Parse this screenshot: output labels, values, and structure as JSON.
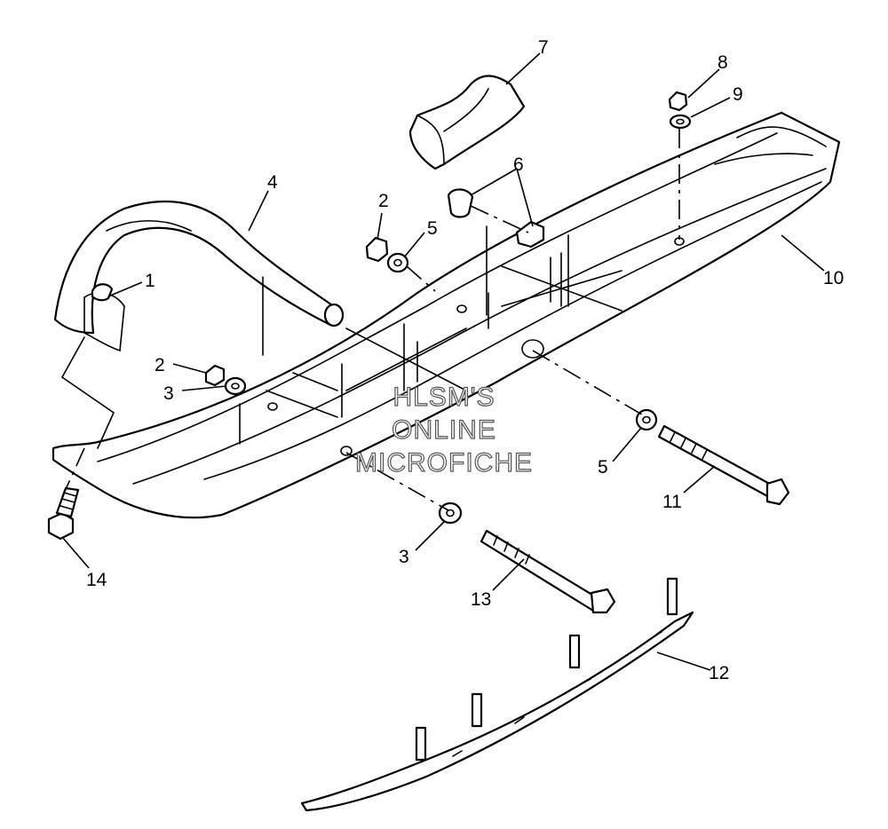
{
  "watermark": {
    "line1": "HLSM'S",
    "line2": "ONLINE",
    "line3": "MICROFICHE"
  },
  "callouts": {
    "c1": "1",
    "c2a": "2",
    "c2b": "2",
    "c3a": "3",
    "c3b": "3",
    "c4": "4",
    "c5a": "5",
    "c5b": "5",
    "c6": "6",
    "c7": "7",
    "c8": "8",
    "c9": "9",
    "c10": "10",
    "c11": "11",
    "c12": "12",
    "c13": "13",
    "c14": "14"
  }
}
